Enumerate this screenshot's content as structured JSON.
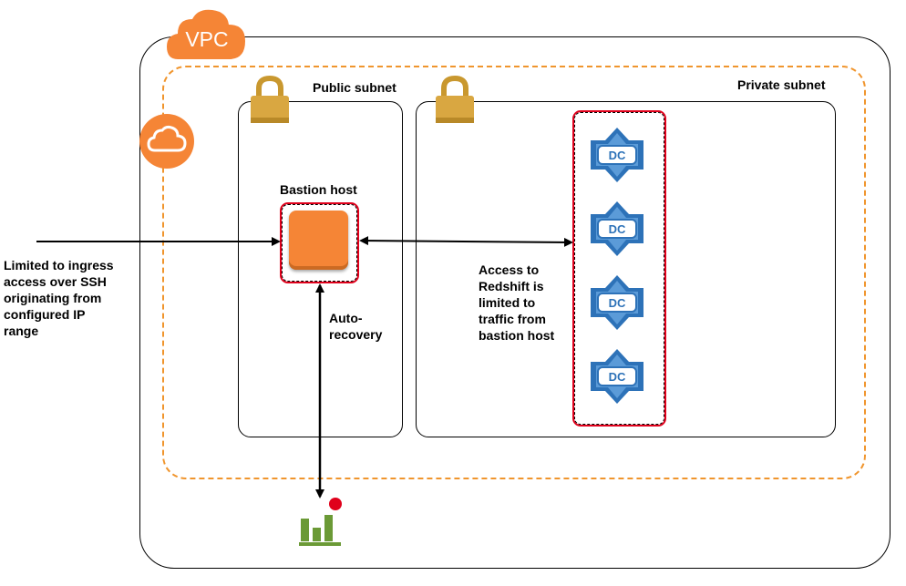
{
  "vpc": {
    "label": "VPC"
  },
  "subnets": {
    "public_label": "Public subnet",
    "private_label": "Private subnet"
  },
  "bastion": {
    "label": "Bastion host"
  },
  "ingress_note": "Limited to ingress\naccess over SSH\noriginating from\nconfigured IP\nrange",
  "recovery_note": "Auto-\nrecovery",
  "redshift_note": "Access to\nRedshift is\nlimited to\ntraffic from\nbastion host",
  "redshift_nodes": [
    {
      "icon_text": "DC"
    },
    {
      "icon_text": "DC"
    },
    {
      "icon_text": "DC"
    },
    {
      "icon_text": "DC"
    }
  ],
  "colors": {
    "aws_orange": "#f58536",
    "lock_gold": "#d9a741",
    "redshift_blue": "#2d72b8",
    "alarm_green": "#6b9a36",
    "alarm_red": "#e0001b"
  }
}
